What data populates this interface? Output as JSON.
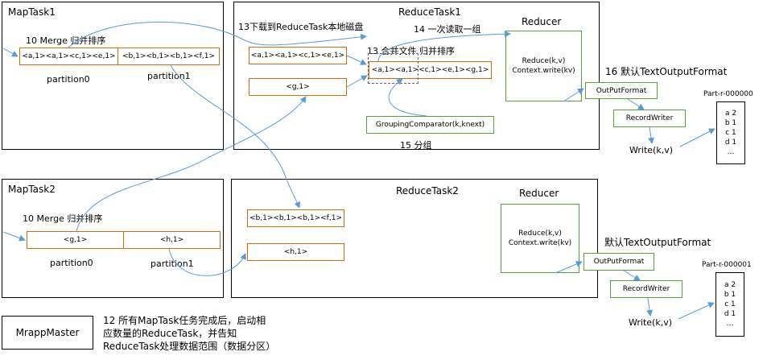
{
  "maptask1": {
    "title": "MapTask1",
    "merge_label": "10 Merge  归并排序",
    "partition0_data": "<a,1><a,1><c,1><e,1>",
    "partition1_data": "<b,1><b,1><b,1><f,1>",
    "partition0_label": "partition0",
    "partition1_label": "partition1"
  },
  "maptask2": {
    "title": "MapTask2",
    "merge_label": "10 Merge  归并排序",
    "partition0_data": "<g,1>",
    "partition1_data": "<h,1>",
    "partition0_label": "partition0",
    "partition1_label": "partition1"
  },
  "reducetask1": {
    "title": "ReduceTask1",
    "download_label": "13下载到ReduceTask本地磁盘",
    "read_label": "14 一次读取一组",
    "merge_label": "13 合并文件  归并排序",
    "input1": "<a,1><a,1><c,1><e,1>",
    "input2": "<g,1>",
    "merged": "<a,1><a,1><c,1><e,1><g,1>",
    "grouping": "GroupingComparator(k,knext)",
    "group_label": "15 分组",
    "reducer_title": "Reducer",
    "reduce_line1": "Reduce(k,v)",
    "reduce_line2": "Context.write(kv)"
  },
  "reducetask2": {
    "title": "ReduceTask2",
    "input1": "<b,1><b,1><b,1><f,1>",
    "input2": "<h,1>",
    "reducer_title": "Reducer",
    "reduce_line1": "Reduce(k,v)",
    "reduce_line2": "Context.write(kv)"
  },
  "output1": {
    "default_label": "16 默认TextOutputFormat",
    "outputformat": "OutPutFormat",
    "recordwriter": "RecordWriter",
    "write": "Write(k,v)",
    "file_name": "Part-r-000000",
    "lines": [
      "a 2",
      "b 1",
      "c 1",
      "d 1",
      "…"
    ]
  },
  "output2": {
    "default_label": "默认TextOutputFormat",
    "outputformat": "OutPutFormat",
    "recordwriter": "RecordWriter",
    "write": "Write(k,v)",
    "file_name": "Part-r-000001",
    "lines": [
      "a 2",
      "b 1",
      "c 1",
      "d 1",
      "…"
    ]
  },
  "master": {
    "label": "MrappMaster",
    "note_line1": "12 所有MapTask任务完成后，启动相",
    "note_line2": "应数量的ReduceTask，并告知",
    "note_line3": "ReduceTask处理数据范围（数据分区）"
  },
  "colors": {
    "orange_border": "#d46b08",
    "green_border": "#5b9f3a",
    "arrow": "#5b9bd5"
  }
}
